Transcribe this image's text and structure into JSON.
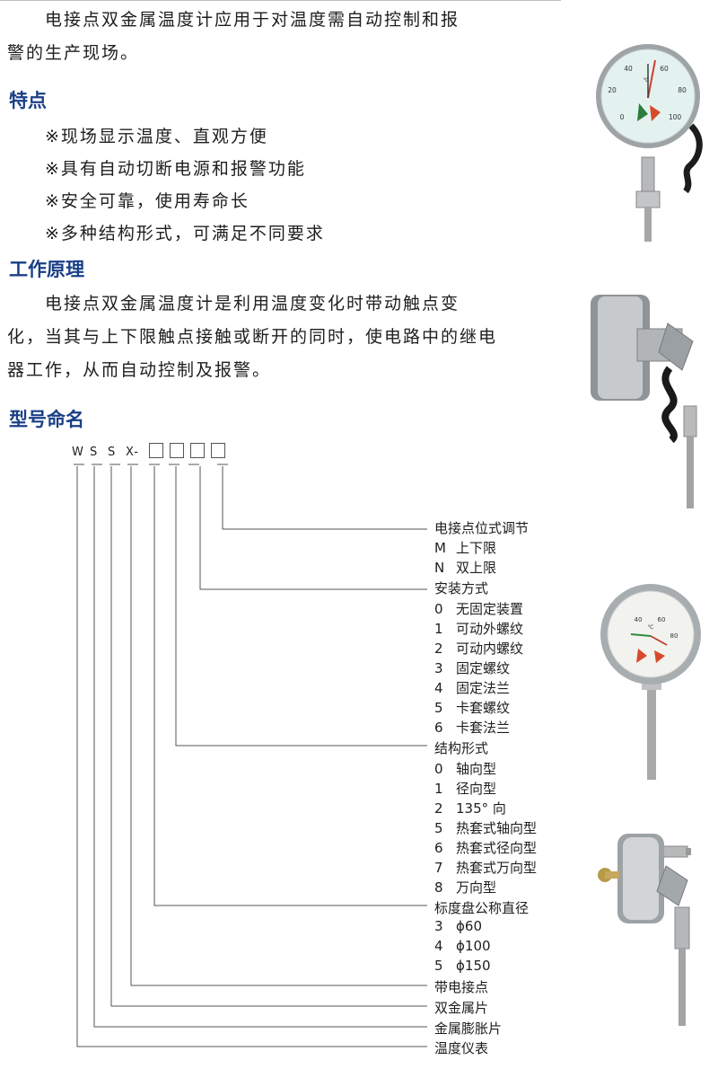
{
  "intro": {
    "line1": "电接点双金属温度计应用于对温度需自动控制和报",
    "line2": "警的生产现场。"
  },
  "features": {
    "heading": "特点",
    "items": [
      "※现场显示温度、直观方便",
      "※具有自动切断电源和报警功能",
      "※安全可靠，使用寿命长",
      "※多种结构形式，可满足不同要求"
    ]
  },
  "principle": {
    "heading": "工作原理",
    "lines": [
      "电接点双金属温度计是利用温度变化时带动触点变",
      "化，当其与上下限触点接触或断开的同时，使电路中的继电",
      "器工作，从而自动控制及报警。"
    ]
  },
  "model": {
    "heading": "型号命名",
    "code_letters": [
      "W",
      "S",
      "S",
      "X-"
    ],
    "groups": {
      "contact_adjust": {
        "title": "电接点位式调节",
        "options": [
          {
            "k": "M",
            "v": "上下限"
          },
          {
            "k": "N",
            "v": "双上限"
          }
        ]
      },
      "install": {
        "title": "安装方式",
        "options": [
          {
            "k": "0",
            "v": "无固定装置"
          },
          {
            "k": "1",
            "v": "可动外螺纹"
          },
          {
            "k": "2",
            "v": "可动内螺纹"
          },
          {
            "k": "3",
            "v": "固定螺纹"
          },
          {
            "k": "4",
            "v": "固定法兰"
          },
          {
            "k": "5",
            "v": "卡套螺纹"
          },
          {
            "k": "6",
            "v": "卡套法兰"
          }
        ]
      },
      "structure": {
        "title": "结构形式",
        "options": [
          {
            "k": "0",
            "v": "轴向型"
          },
          {
            "k": "1",
            "v": "径向型"
          },
          {
            "k": "2",
            "v": "135° 向"
          },
          {
            "k": "5",
            "v": "热套式轴向型"
          },
          {
            "k": "6",
            "v": "热套式径向型"
          },
          {
            "k": "7",
            "v": "热套式万向型"
          },
          {
            "k": "8",
            "v": "万向型"
          }
        ]
      },
      "dial": {
        "title": "标度盘公称直径",
        "options": [
          {
            "k": "3",
            "v": "ϕ60"
          },
          {
            "k": "4",
            "v": "ϕ100"
          },
          {
            "k": "5",
            "v": "ϕ150"
          }
        ]
      }
    },
    "tail_labels": [
      "带电接点",
      "双金属片",
      "金属膨胀片",
      "温度仪表"
    ]
  },
  "gauge": {
    "front_numbers": [
      "0",
      "20",
      "40",
      "60",
      "80",
      "100"
    ],
    "front_unit": "℃",
    "small_numbers": [
      "40",
      "60",
      "80"
    ],
    "small_unit": "℃"
  },
  "colors": {
    "heading": "#1a3f86",
    "text": "#1e1e1e",
    "line": "#555555",
    "dial_face": "#e3f2ef",
    "steel": "#a9acaf"
  }
}
